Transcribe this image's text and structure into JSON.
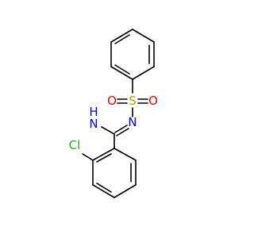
{
  "molecule": {
    "atoms": {
      "sulfur": "S",
      "oxygen_left": "O",
      "oxygen_right": "O",
      "nitrogen": "N",
      "amine_h": "H",
      "amine_n": "N",
      "chlorine": "Cl"
    },
    "colors": {
      "bond": "#000000",
      "sulfur": "#B8A000",
      "oxygen": "#FF0000",
      "nitrogen": "#0000FF",
      "chlorine": "#1FAF1F"
    }
  }
}
